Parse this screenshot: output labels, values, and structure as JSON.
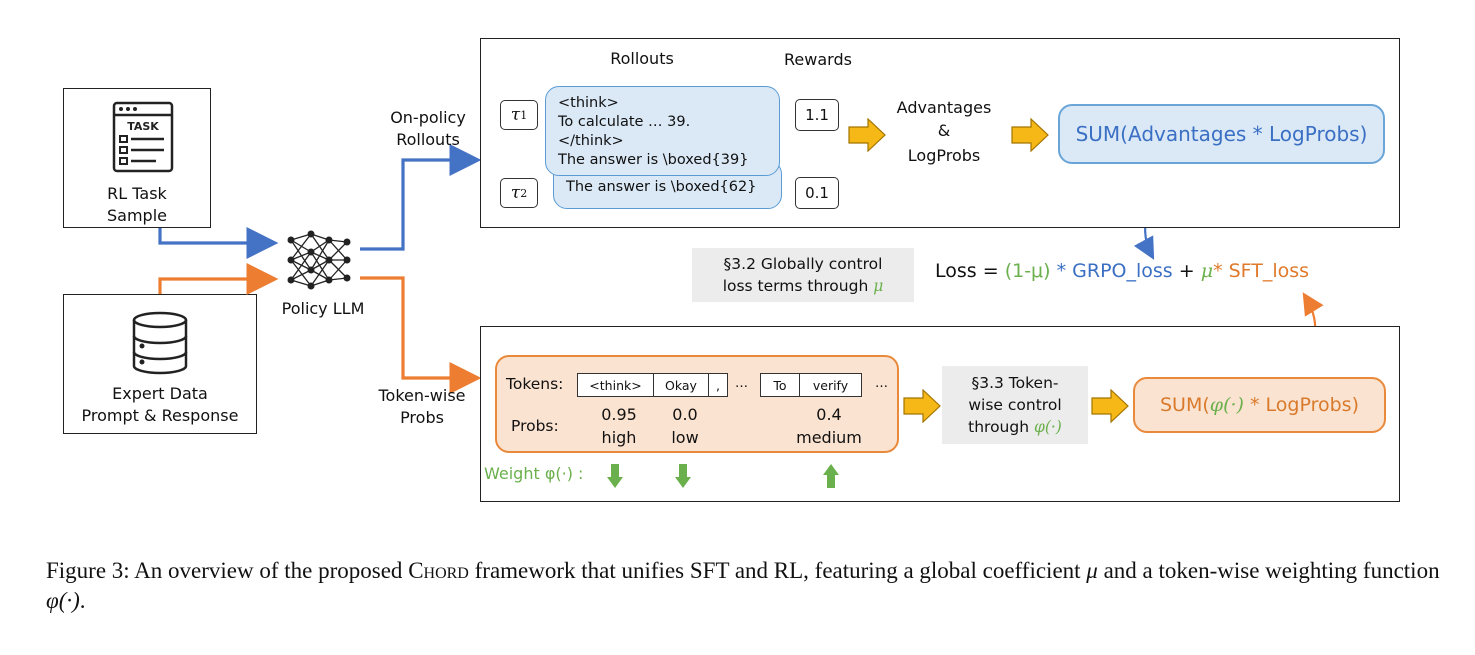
{
  "task_box": {
    "icon_text": "TASK",
    "label_line1": "RL Task",
    "label_line2": "Sample"
  },
  "expert_box": {
    "label_line1": "Expert Data",
    "label_line2": "Prompt & Response"
  },
  "policy": {
    "label": "Policy LLM"
  },
  "on_policy": {
    "line1": "On-policy",
    "line2": "Rollouts"
  },
  "token_wise": {
    "line1": "Token-wise",
    "line2": "Probs"
  },
  "rl_panel": {
    "rollouts_header": "Rollouts",
    "rewards_header": "Rewards",
    "tau1": "τ",
    "tau1_sub": "1",
    "tau2": "τ",
    "tau2_sub": "2",
    "rollout1_lines": [
      "<think>",
      "To calculate … 39.",
      "</think>",
      "The answer is \\boxed{39}"
    ],
    "rollout2_text": "The answer is \\boxed{62}",
    "reward1": "1.1",
    "reward2": "0.1",
    "adv_line1": "Advantages",
    "adv_line2": "&",
    "adv_line3": "LogProbs",
    "sum_text": "SUM(Advantages * LogProbs)"
  },
  "global_control": {
    "line1": "§3.2 Globally control",
    "line2": "loss terms through",
    "mu": "μ"
  },
  "loss": {
    "prefix": "Loss =",
    "one_minus_mu": "(1-μ)",
    "star1": "*",
    "grpo": "GRPO_loss",
    "plus": "+",
    "mu": "μ",
    "star2": "*",
    "sft": "SFT_loss"
  },
  "sft_panel": {
    "tokens_label": "Tokens:",
    "tokens": [
      "<think>",
      "Okay",
      ",",
      "…",
      "To",
      "verify",
      "…"
    ],
    "probs_label": "Probs:",
    "probs": [
      {
        "value": "0.95",
        "level": "high"
      },
      {
        "value": "0.0",
        "level": "low"
      },
      {
        "value": "0.4",
        "level": "medium"
      }
    ],
    "weight_label": "Weight φ(·) :",
    "weight_arrows": [
      "down",
      "down",
      "up"
    ],
    "token_control_line1": "§3.3 Token-",
    "token_control_line2": "wise control",
    "token_control_line3": "through",
    "token_control_phi": "φ(·)",
    "sum_prefix": "SUM(",
    "sum_phi": "φ(·)",
    "sum_suffix": " * LogProbs)"
  },
  "caption": {
    "prefix": "Figure 3: An overview of the proposed ",
    "name": "Chord",
    "middle": " framework that unifies SFT and RL, featuring a global coefficient ",
    "mu": "μ",
    "line2_prefix": " and a token-wise weighting function ",
    "phi": "φ(·)",
    "end": "."
  },
  "colors": {
    "blue": "#4472c4",
    "orange": "#ed7d31",
    "green": "#6ab04c",
    "yellow_arrow": "#f6b816"
  }
}
